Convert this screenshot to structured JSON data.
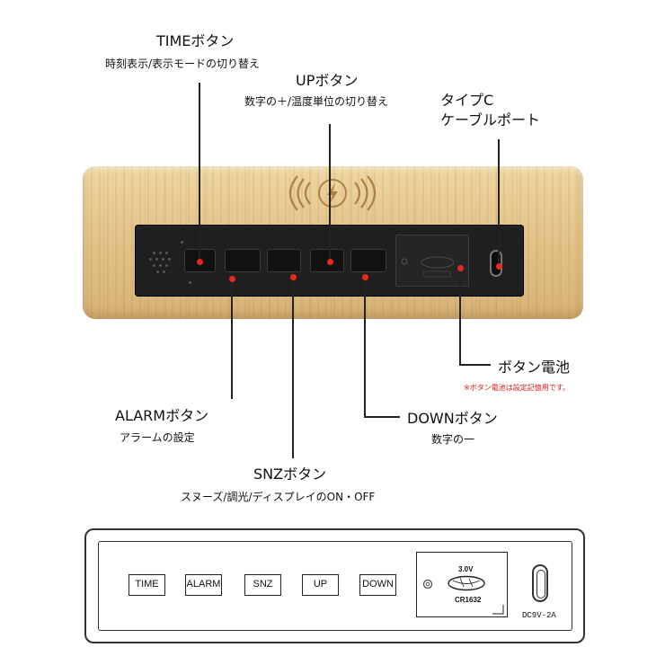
{
  "callouts": {
    "time": {
      "title": "TIMEボタン",
      "desc": "時刻表示/表示モードの切り替え"
    },
    "up": {
      "title": "UPボタン",
      "desc": "数字の＋/温度単位の切り替え"
    },
    "typec": {
      "line1": "タイプC",
      "line2": "ケーブルポート"
    },
    "battery": {
      "title": "ボタン電池",
      "note": "※ボタン電池は設定記憶用です。"
    },
    "alarm": {
      "title": "ALARMボタン",
      "desc": "アラームの設定"
    },
    "down": {
      "title": "DOWNボタン",
      "desc": "数字の一"
    },
    "snz": {
      "title": "SNZボタン",
      "desc": "スヌーズ/調光/ディスプレイのON・OFF"
    }
  },
  "colors": {
    "accent_dot": "#e8281e",
    "wood": "#e3c48a",
    "panel": "#1f1f20",
    "note_red": "#e01818"
  },
  "diagram": {
    "buttons": [
      "TIME",
      "ALARM",
      "SNZ",
      "UP",
      "DOWN"
    ],
    "battery_voltage": "3.0V",
    "battery_model": "CR1632",
    "dc_label": "DC9V-2A"
  },
  "icons": {
    "wireless_charging": "wireless-charging-icon",
    "usb_c": "usb-c-port-icon",
    "coin_battery": "coin-battery-icon"
  }
}
